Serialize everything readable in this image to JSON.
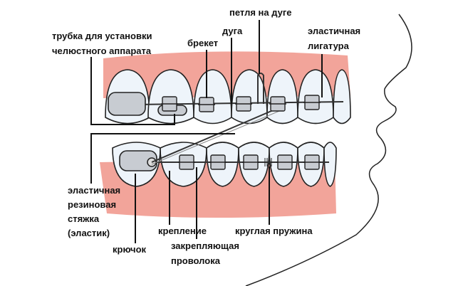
{
  "colors": {
    "gum": "#f2a49a",
    "tooth": "#eef4fa",
    "metal": "#bfc3c8",
    "outline": "#222222"
  },
  "labels": {
    "tube_1": "трубка для установки",
    "tube_2": "челюстного аппарата",
    "bracket": "брекет",
    "arch": "дуга",
    "loop": "петля на дуге",
    "ligature_1": "эластичная",
    "ligature_2": "лигатура",
    "elastic_1": "эластичная",
    "elastic_2": "резиновая",
    "elastic_3": "стяжка",
    "elastic_4": "(эластик)",
    "hook": "крючок",
    "band": "крепление",
    "tie_wire_1": "закрепляющая",
    "tie_wire_2": "проволока",
    "coil_spring": "круглая пружина"
  }
}
